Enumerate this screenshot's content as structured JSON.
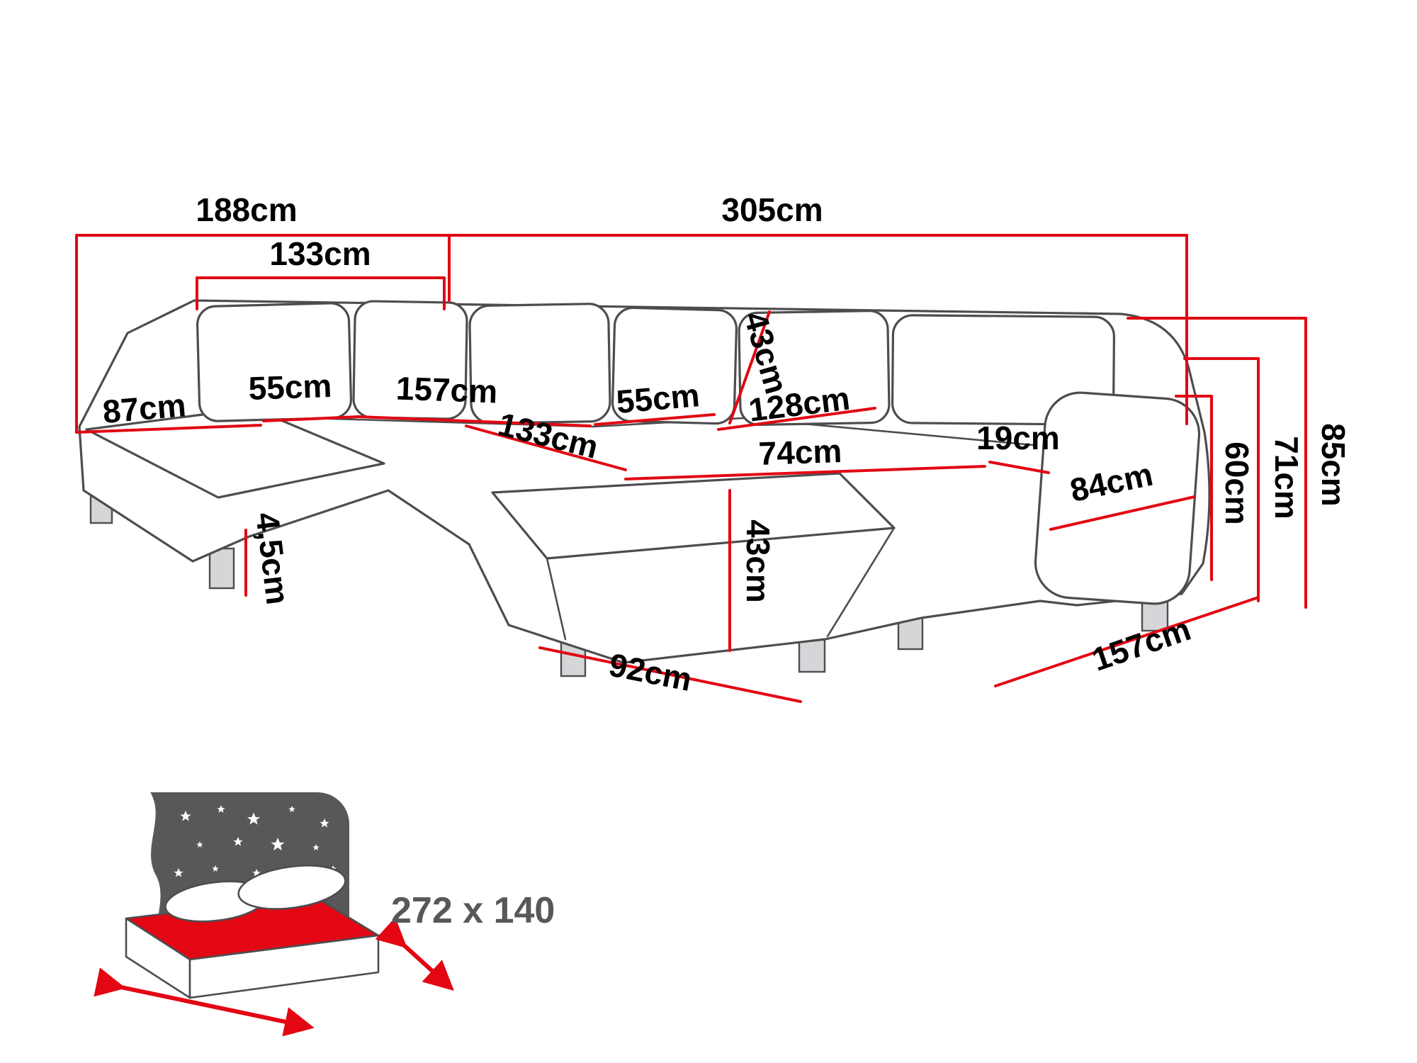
{
  "page": {
    "background": "#ffffff"
  },
  "diagram": {
    "dims": {
      "back_width_left": "188cm",
      "back_width_right": "305cm",
      "backrest_left_width": "133cm",
      "chaise_width": "87cm",
      "seat_cushion_left": "55cm",
      "seat_width_middle": "157cm",
      "seat_cushion_right": "55cm",
      "backrest_cushion_height": "43cm",
      "seat_width_right": "128cm",
      "armrest_width": "19cm",
      "seat_depth_middle": "133cm",
      "ottoman_width": "74cm",
      "armrest_depth": "84cm",
      "seat_height_front": "43cm",
      "leg_height": "4,5cm",
      "ottoman_side_depth": "92cm",
      "right_side_depth": "157cm",
      "height_total": "85cm",
      "height_backrest": "71cm",
      "height_armrest": "60cm"
    },
    "sleeping_area": {
      "label": "272 x 140"
    },
    "colors": {
      "dimension_line": "#e30613",
      "outline_gray": "#4d4d50",
      "label_text": "#000000",
      "bed_icon_panel": "#58585a",
      "bed_icon_label": "#58585a",
      "bed_mattress_top": "#e30613"
    }
  }
}
